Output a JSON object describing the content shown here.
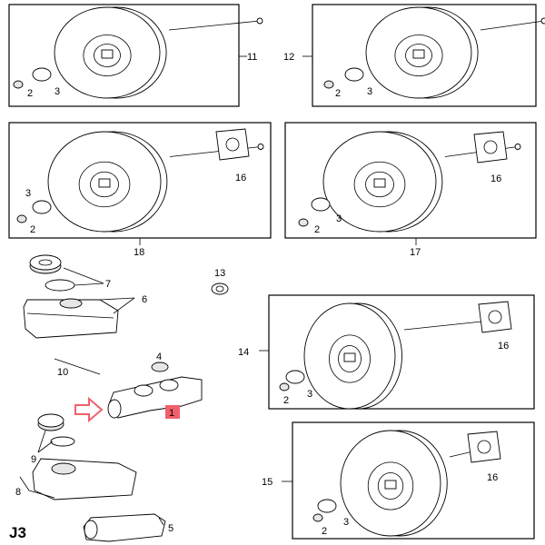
{
  "diagram_code": "J3",
  "highlight_color": "#f0606a",
  "callouts": {
    "b11": "11",
    "b12": "12",
    "b18": "18",
    "b17": "17",
    "b14": "14",
    "b15": "15",
    "n1": "1",
    "n2": "2",
    "n3": "3",
    "n4": "4",
    "n5": "5",
    "n6": "6",
    "n7": "7",
    "n8": "8",
    "n9": "9",
    "n10": "10",
    "n13": "13",
    "n16": "16"
  }
}
